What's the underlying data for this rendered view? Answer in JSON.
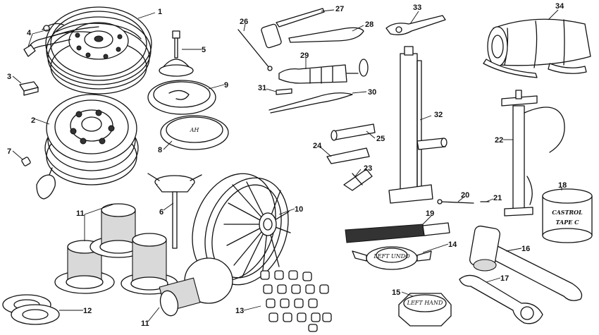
{
  "colors": {
    "ink": "#111111",
    "shade": "#d9d9d9",
    "background": "#ffffff"
  },
  "callouts": [
    "1",
    "2",
    "3",
    "4",
    "5",
    "6",
    "7",
    "8",
    "9",
    "10",
    "11",
    "11",
    "12",
    "13",
    "14",
    "15",
    "16",
    "17",
    "18",
    "19",
    "20",
    "21",
    "22",
    "23",
    "24",
    "25",
    "26",
    "27",
    "28",
    "29",
    "30",
    "31",
    "32",
    "33",
    "34"
  ],
  "part_markings": {
    "hubcap": "AH",
    "tin_label": "CASTROL",
    "tin_sublabel": "TAPE C",
    "spinner_text": "LEFT UNDO",
    "nut_text": "LEFT HAND"
  }
}
